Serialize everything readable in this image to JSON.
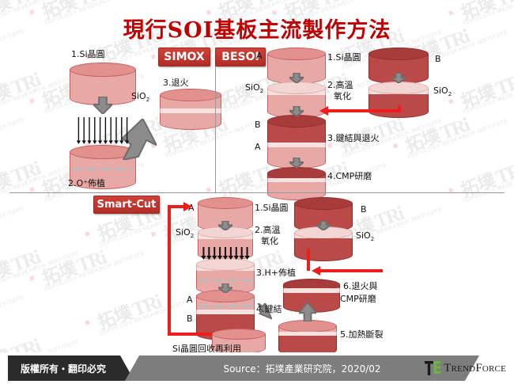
{
  "title": "現行SOI基板主流製作方法",
  "badges": {
    "simox": "SIMOX",
    "besoi": "BESOI",
    "smartcut": "Smart-Cut"
  },
  "simox": {
    "step1": "1.Si晶圓",
    "step2": "2.O⁺佈植",
    "step3": "3.退火",
    "oxide_label": "SiO"
  },
  "besoi": {
    "wafer_a": "A",
    "wafer_b": "B",
    "step1": "1.Si晶圓",
    "step2_line1": "2.高溫",
    "step2_line2": "氧化",
    "step3": "3.鍵結與退火",
    "step4": "4.CMP研磨",
    "oxide_label": "SiO",
    "stack_top": "B",
    "stack_bottom": "A"
  },
  "smartcut": {
    "wafer_a": "A",
    "wafer_b": "B",
    "step1": "1.Si晶圓",
    "step2_line1": "2.高溫",
    "step2_line2": "氧化",
    "step3": "3.H+佈植",
    "step4": "4.鍵結",
    "step5": "5.加熱斷裂",
    "step6_line1": "6.退火與",
    "step6_line2": "CMP研磨",
    "oxide_label": "SiO",
    "stack_top": "A",
    "stack_bottom": "B",
    "recycle": "Si晶圓回收再利用"
  },
  "footer": {
    "copyright": "版權所有・翻印必究",
    "source": "Source：拓墣產業研究院，2020/02",
    "brand_main": "T",
    "brand_rest": "REND",
    "brand_f": "F",
    "brand_orce": "ORCE"
  },
  "watermark": {
    "cn": "拓墣",
    "tri": "TRi",
    "sub": "TOPOLOGY RESEARCH INSTITUTE"
  },
  "colors": {
    "title_red": "#c00000",
    "badge_red": "#b12f28",
    "arrow_red": "#ee1c1c",
    "wafer_light": "#e8a8a5",
    "wafer_dark": "#b94a48",
    "oxide_white": "#f6e2e0",
    "gray_arrow": "#8c8c8c",
    "divider": "#9a9a9a"
  }
}
